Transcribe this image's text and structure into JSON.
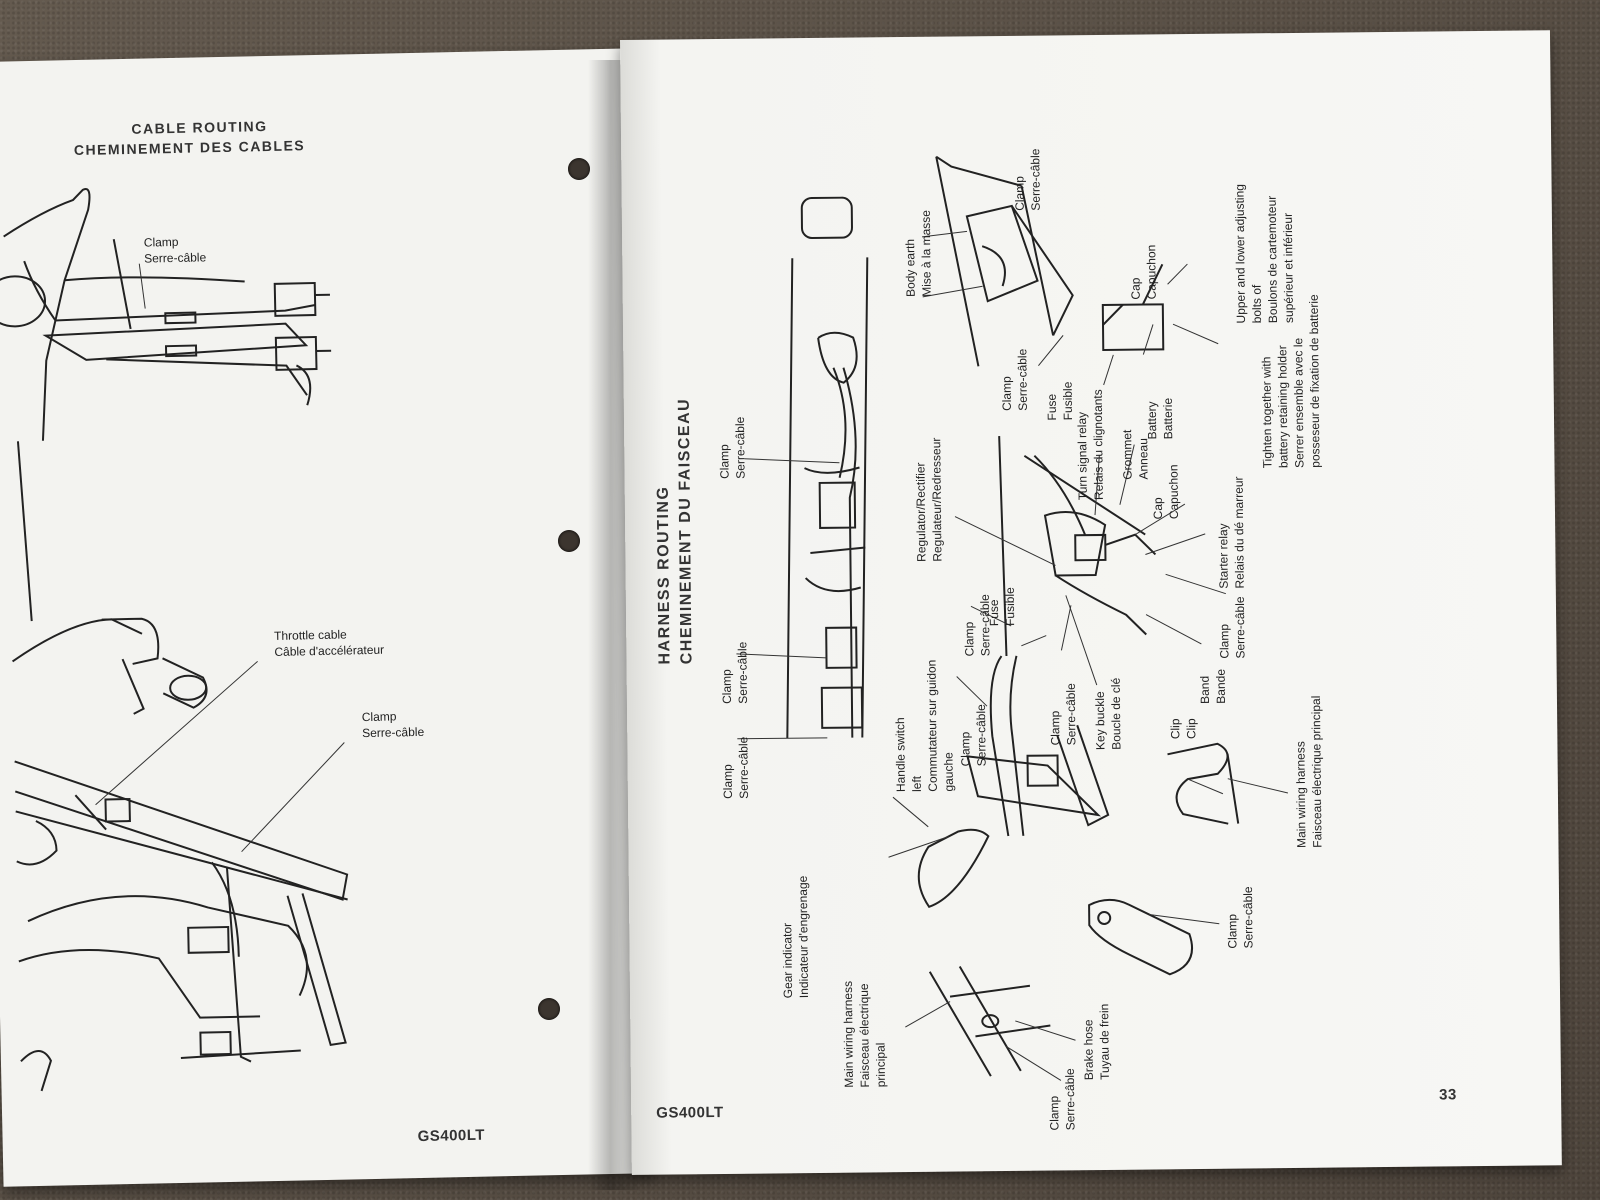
{
  "left_page": {
    "title_en": "CABLE ROUTING",
    "title_fr": "CHEMINEMENT DES CABLES",
    "labels": {
      "clamp_top": [
        "Clamp",
        "Serre-câble"
      ],
      "throttle": [
        "Throttle cable",
        "Câble d'accélérateur"
      ],
      "clamp_mid": [
        "Clamp",
        "Serre-câble"
      ]
    },
    "footer": "GS400LT"
  },
  "right_page": {
    "title_en": "HARNESS ROUTING",
    "title_fr": "CHEMINEMENT DU FAISCEAU",
    "labels": {
      "clamp_a": [
        "Clamp",
        "Serre-câble"
      ],
      "clamp_b": [
        "Clamp",
        "Serre-câble"
      ],
      "clamp_c": [
        "Clamp",
        "Serre-câble"
      ],
      "handle_switch": [
        "Handle switch",
        "left",
        "Commutateur sur guidon",
        "gauche"
      ],
      "clamp_d": [
        "Clamp",
        "Serre-câble"
      ],
      "clamp_e": [
        "Clamp",
        "Serre-câble"
      ],
      "clamp_f": [
        "Clamp",
        "Serre-câble"
      ],
      "fuse_mid": [
        "Fuse",
        "Fusible"
      ],
      "regulator": [
        "Regulator/Rectifier",
        "Regulateur/Redresseur"
      ],
      "turn_relay": [
        "Turn signal relay",
        "Relais du clignotants"
      ],
      "grommet": [
        "Grommet",
        "Anneau"
      ],
      "cap_mid": [
        "Cap",
        "Capuchon"
      ],
      "starter_relay": [
        "Starter relay",
        "Relais du dé marreur"
      ],
      "clamp_g": [
        "Clamp",
        "Serre-câble"
      ],
      "band": [
        "Band",
        "Bande"
      ],
      "key_buckle": [
        "Key buckle",
        "Boucle de clé"
      ],
      "clamp_top": [
        "Clamp",
        "Serre-câble"
      ],
      "body_earth": [
        "Body earth",
        "Mise à la masse"
      ],
      "clamp_h": [
        "Clamp",
        "Serre-câble"
      ],
      "fuse_top": [
        "Fuse",
        "Fusible"
      ],
      "cap_top": [
        "Cap",
        "Capuchon"
      ],
      "battery": [
        "Battery",
        "Batterie"
      ],
      "upper_lower": [
        "Upper and lower adjusting",
        "bolts of",
        "Boulons de cartemoteur",
        "supérieur et inférieur"
      ],
      "tighten": [
        "Tighten together with",
        "battery retaining holder",
        "Serrer ensemble avec le",
        "posseseur de fixation de batterie"
      ],
      "gear_indicator": [
        "Gear indicator",
        "Indicateur d'engrenage"
      ],
      "main_harness_a": [
        "Main wiring harness",
        "Faisceau électrique",
        "principal"
      ],
      "clip": [
        "Clip",
        "Clip"
      ],
      "main_harness_b": [
        "Main wiring harness",
        "Faisceau électrique principal"
      ],
      "clamp_i": [
        "Clamp",
        "Serre-câble"
      ],
      "brake_hose": [
        "Brake hose",
        "Tuyau de frein"
      ],
      "clamp_j": [
        "Clamp",
        "Serre-câble"
      ]
    },
    "footer": "GS400LT",
    "page_number": "33"
  }
}
